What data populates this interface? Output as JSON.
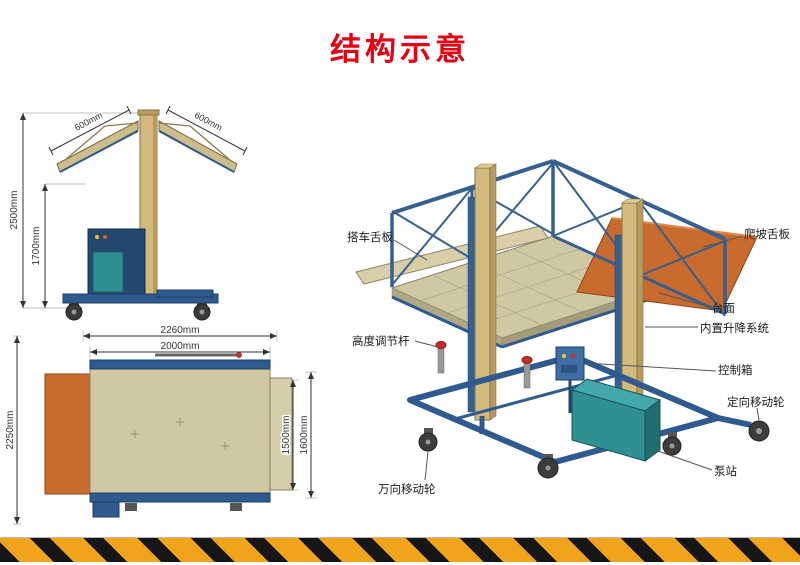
{
  "page": {
    "title": "结构示意"
  },
  "colors": {
    "title_red": "#e60012",
    "frame_blue": "#2e5a8f",
    "mast_tan": "#d2b97e",
    "platform_khaki": "#cfc8a2",
    "ramp_orange": "#c96a2f",
    "pump_teal": "#2f8f93",
    "hazard_yellow": "#f0a31b",
    "hazard_black": "#161616"
  },
  "side_view": {
    "dim_total_height": "2500mm",
    "dim_platform_height": "1700mm",
    "dim_left_flap": "600mm",
    "dim_right_flap": "600mm"
  },
  "top_view": {
    "dim_outer_width": "2260mm",
    "dim_inner_width": "2000mm",
    "dim_total_depth": "2250mm",
    "dim_inner_depth": "1500mm",
    "dim_outer_depth": "1600mm"
  },
  "iso_view": {
    "labels": {
      "docking_plate": "搭车舌板",
      "ramp_plate": "爬坡舌板",
      "platform_surface": "台面",
      "lift_system": "内置升降系统",
      "height_rod": "高度调节杆",
      "control_box": "控制箱",
      "directional_wheel": "定向移动轮",
      "pump_station": "泵站",
      "swivel_wheel": "万向移动轮"
    }
  }
}
